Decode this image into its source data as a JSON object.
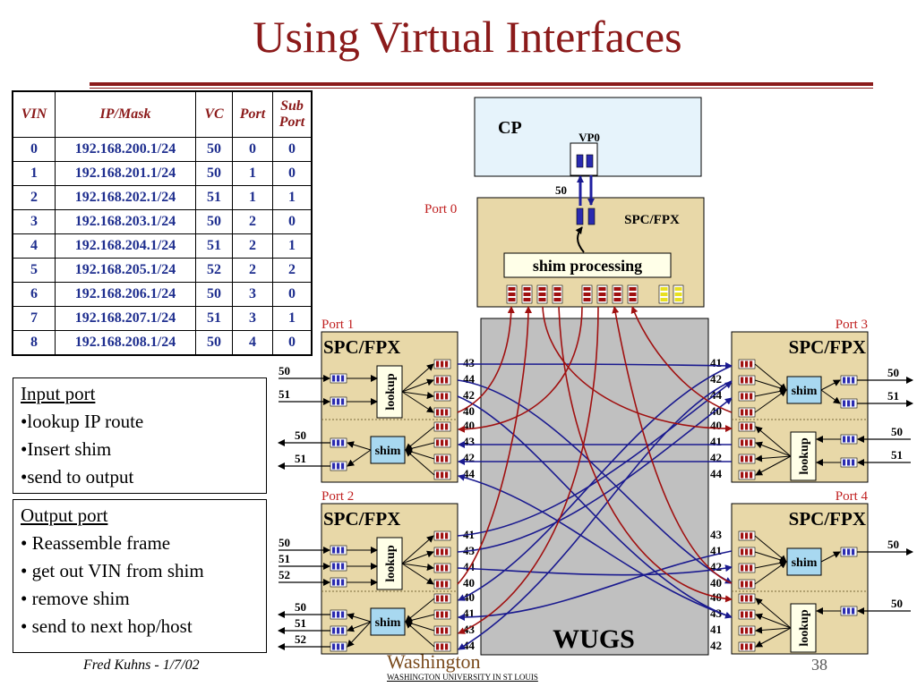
{
  "title": "Using Virtual Interfaces",
  "table": {
    "headers": [
      "VIN",
      "IP/Mask",
      "VC",
      "Port",
      "Sub Port"
    ],
    "rows": [
      [
        "0",
        "192.168.200.1/24",
        "50",
        "0",
        "0"
      ],
      [
        "1",
        "192.168.201.1/24",
        "50",
        "1",
        "0"
      ],
      [
        "2",
        "192.168.202.1/24",
        "51",
        "1",
        "1"
      ],
      [
        "3",
        "192.168.203.1/24",
        "50",
        "2",
        "0"
      ],
      [
        "4",
        "192.168.204.1/24",
        "51",
        "2",
        "1"
      ],
      [
        "5",
        "192.168.205.1/24",
        "52",
        "2",
        "2"
      ],
      [
        "6",
        "192.168.206.1/24",
        "50",
        "3",
        "0"
      ],
      [
        "7",
        "192.168.207.1/24",
        "51",
        "3",
        "1"
      ],
      [
        "8",
        "192.168.208.1/24",
        "50",
        "4",
        "0"
      ]
    ]
  },
  "input_port": {
    "heading": "Input port",
    "items": [
      "lookup IP route",
      "Insert shim",
      "send to output"
    ]
  },
  "output_port": {
    "heading": "Output port",
    "items": [
      "Reassemble frame",
      "get out VIN from shim",
      "remove shim",
      "send to next hop/host"
    ]
  },
  "diagram": {
    "cp_label": "CP",
    "vp_label": "VP0",
    "vc_50": "50",
    "port0_label": "Port 0",
    "spc_label": "SPC/FPX",
    "shim_processing": "shim processing",
    "wugs_label": "WUGS",
    "lookup_label": "lookup",
    "shim_label": "shim",
    "ports": [
      {
        "name": "Port 1",
        "in_vcs": [
          "50",
          "51"
        ],
        "out_vcs": [
          "50",
          "51"
        ],
        "upper": [
          "43",
          "44",
          "42",
          "40"
        ],
        "lower": [
          "40",
          "43",
          "42",
          "44"
        ]
      },
      {
        "name": "Port 2",
        "in_vcs": [
          "50",
          "51",
          "52"
        ],
        "out_vcs": [
          "50",
          "51",
          "52"
        ],
        "upper": [
          "41",
          "43",
          "44",
          "40"
        ],
        "lower": [
          "40",
          "41",
          "43",
          "44"
        ]
      },
      {
        "name": "Port 3",
        "in_vcs": [
          "50",
          "51"
        ],
        "out_vcs": [
          "50",
          "51"
        ],
        "upper": [
          "41",
          "42",
          "44",
          "40"
        ],
        "lower": [
          "40",
          "41",
          "42",
          "44"
        ]
      },
      {
        "name": "Port 4",
        "in_vcs": [
          "50"
        ],
        "out_vcs": [
          "50"
        ],
        "upper": [
          "43",
          "41",
          "42",
          "40"
        ],
        "lower": [
          "40",
          "43",
          "41",
          "42"
        ]
      }
    ]
  },
  "colors": {
    "title": "#8b1a1a",
    "table_text": "#1f2f8f",
    "spc_fill": "#e8d8a8",
    "cp_fill": "#e6f3fb",
    "wugs_fill": "#c0c0c0",
    "link_blue": "#1a1a8f",
    "link_red": "#a01010"
  },
  "footer": {
    "author": "Fred Kuhns - 1/7/02",
    "logo": "Washington",
    "university": "WASHINGTON UNIVERSITY IN ST LOUIS",
    "page": "38"
  }
}
